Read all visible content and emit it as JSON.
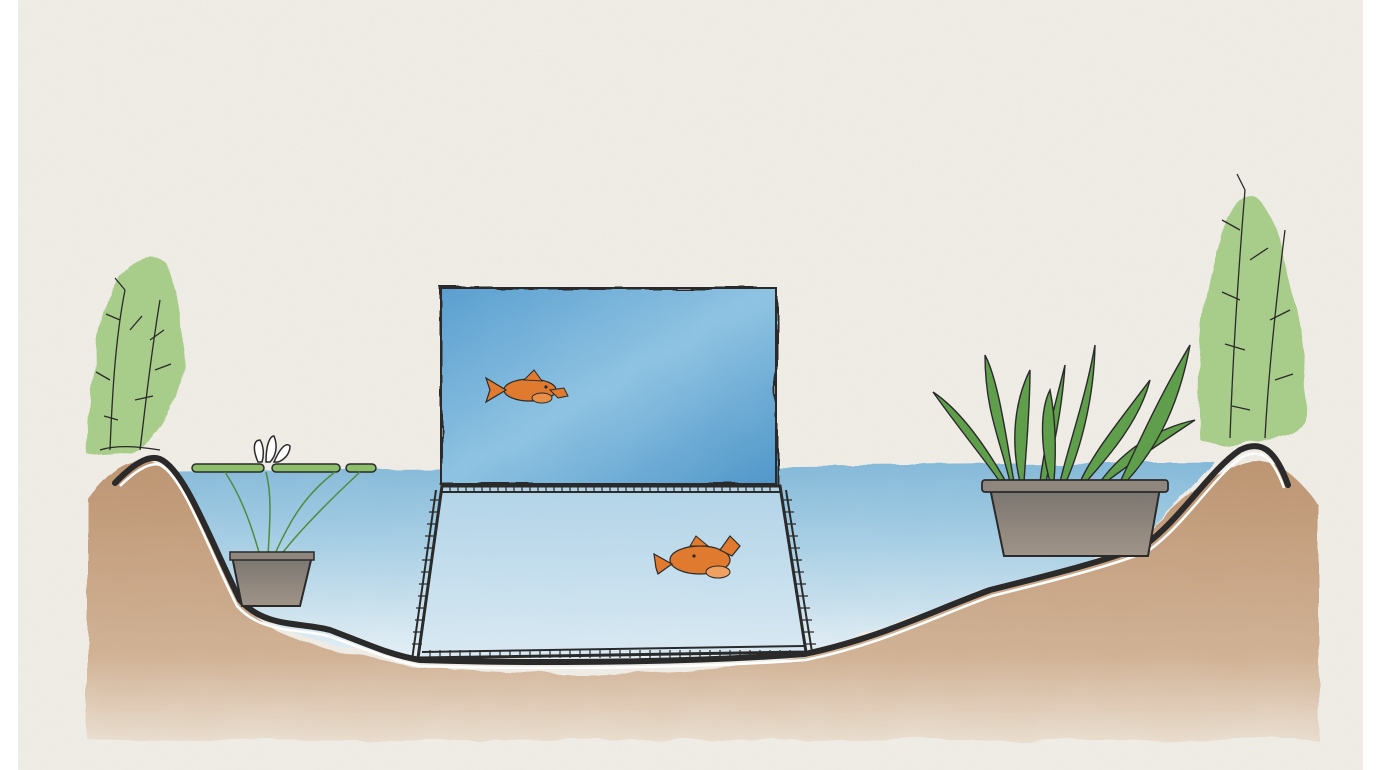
{
  "scene": {
    "subject": "watercolor-pond-cross-section",
    "elements": [
      "paper-background",
      "soil-bank",
      "pond-liner",
      "pond-water",
      "raised-fish-tank",
      "underwater-fish-cage",
      "goldfish",
      "water-lily-pot",
      "marginal-plant-pot",
      "shrub-left",
      "shrub-right"
    ]
  },
  "colors": {
    "paper": "#f2eee8",
    "water": "#8cc0dc",
    "tank": "#6aa9d3",
    "soil": "#c19a78",
    "plant": "#7cb65a",
    "fish": "#e07a2e",
    "pot": "#8f877d",
    "ink": "#2a2a2a"
  }
}
